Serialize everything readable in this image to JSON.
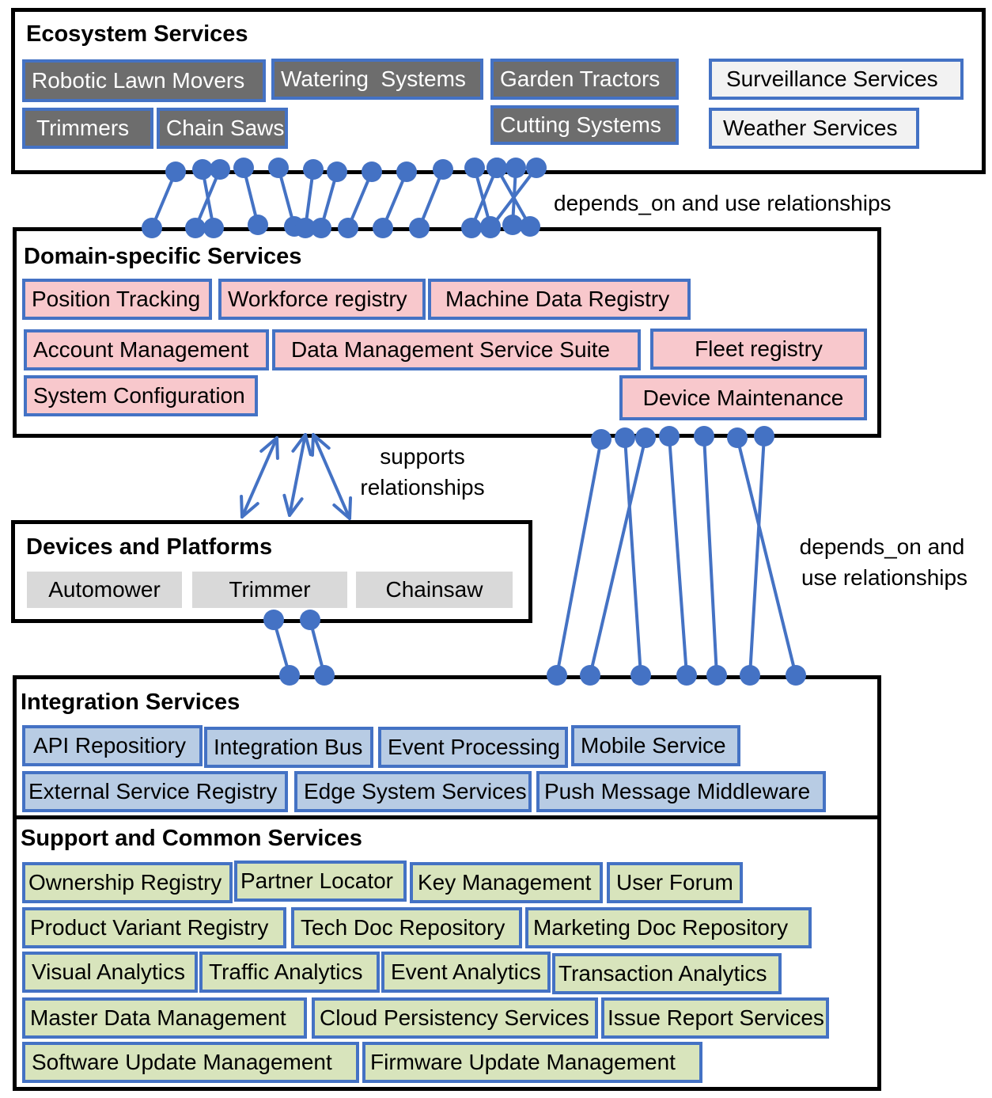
{
  "layers": {
    "ecosystem": {
      "title": "Ecosystem Services",
      "items": [
        "Robotic Lawn Movers",
        "Watering  Systems",
        "Garden Tractors",
        "Surveillance Services",
        "Trimmers",
        "Chain Saws",
        "Cutting Systems",
        "Weather Services"
      ]
    },
    "domain": {
      "title": "Domain-specific Services",
      "items": [
        "Position Tracking",
        "Workforce registry",
        "Machine Data Registry",
        "Account Management",
        "Data Management Service Suite",
        "Fleet registry",
        "System Configuration",
        "Device Maintenance"
      ]
    },
    "devices": {
      "title": "Devices and Platforms",
      "items": [
        "Automower",
        "Trimmer",
        "Chainsaw"
      ]
    },
    "integration": {
      "title": "Integration Services",
      "items": [
        "API Repositiory",
        "Integration Bus",
        "Event Processing",
        "Mobile Service",
        "External Service Registry",
        "Edge System Services",
        "Push Message Middleware"
      ]
    },
    "support": {
      "title": "Support and Common Services",
      "items": [
        "Ownership Registry",
        "Partner Locator",
        "Key Management",
        "User Forum",
        "Product Variant Registry",
        "Tech Doc Repository",
        "Marketing Doc Repository",
        "Visual Analytics",
        "Traffic Analytics",
        "Event Analytics",
        "Transaction Analytics",
        "Master Data Management",
        "Cloud Persistency Services",
        "Issue Report Services",
        "Software Update Management",
        "Firmware Update Management"
      ]
    }
  },
  "annotations": {
    "top_relationship": "depends_on and use relationships",
    "supports_line1": "supports",
    "supports_line2": "relationships",
    "right_relationship_line1": "depends_on and",
    "right_relationship_line2": "use relationships"
  },
  "colors": {
    "connector": "#4472c4",
    "ecosystem_dark": "#6d6d6d",
    "ecosystem_light": "#f2f2f2",
    "domain": "#f8c8cc",
    "devices": "#d9d9d9",
    "integration": "#b8cce4",
    "support": "#d8e4bc"
  }
}
